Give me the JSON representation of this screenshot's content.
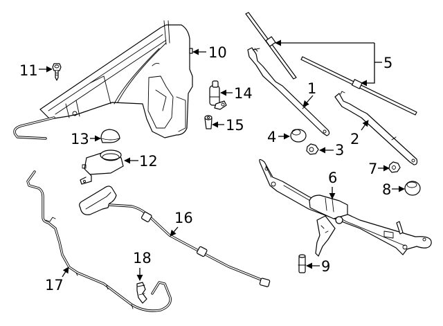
{
  "diagram": {
    "type": "exploded-parts-diagram",
    "subject": "windshield wiper and washer components",
    "line_color": "#000000",
    "background": "#ffffff",
    "callouts": [
      {
        "id": "1",
        "label": "1",
        "part": "wiper arm (driver side)"
      },
      {
        "id": "2",
        "label": "2",
        "part": "wiper arm (passenger side)"
      },
      {
        "id": "3",
        "label": "3",
        "part": "arm nut"
      },
      {
        "id": "4",
        "label": "4",
        "part": "cap / bushing"
      },
      {
        "id": "5",
        "label": "5",
        "part": "wiper blades"
      },
      {
        "id": "6",
        "label": "6",
        "part": "wiper motor and linkage"
      },
      {
        "id": "7",
        "label": "7",
        "part": "nut"
      },
      {
        "id": "8",
        "label": "8",
        "part": "grommet"
      },
      {
        "id": "9",
        "label": "9",
        "part": "bushing / spacer"
      },
      {
        "id": "10",
        "label": "10",
        "part": "washer reservoir"
      },
      {
        "id": "11",
        "label": "11",
        "part": "bolt"
      },
      {
        "id": "12",
        "label": "12",
        "part": "filler neck"
      },
      {
        "id": "13",
        "label": "13",
        "part": "filler cap"
      },
      {
        "id": "14",
        "label": "14",
        "part": "washer pump"
      },
      {
        "id": "15",
        "label": "15",
        "part": "grommet"
      },
      {
        "id": "16",
        "label": "16",
        "part": "washer hose"
      },
      {
        "id": "17",
        "label": "17",
        "part": "washer hose"
      },
      {
        "id": "18",
        "label": "18",
        "part": "nozzle"
      }
    ]
  }
}
